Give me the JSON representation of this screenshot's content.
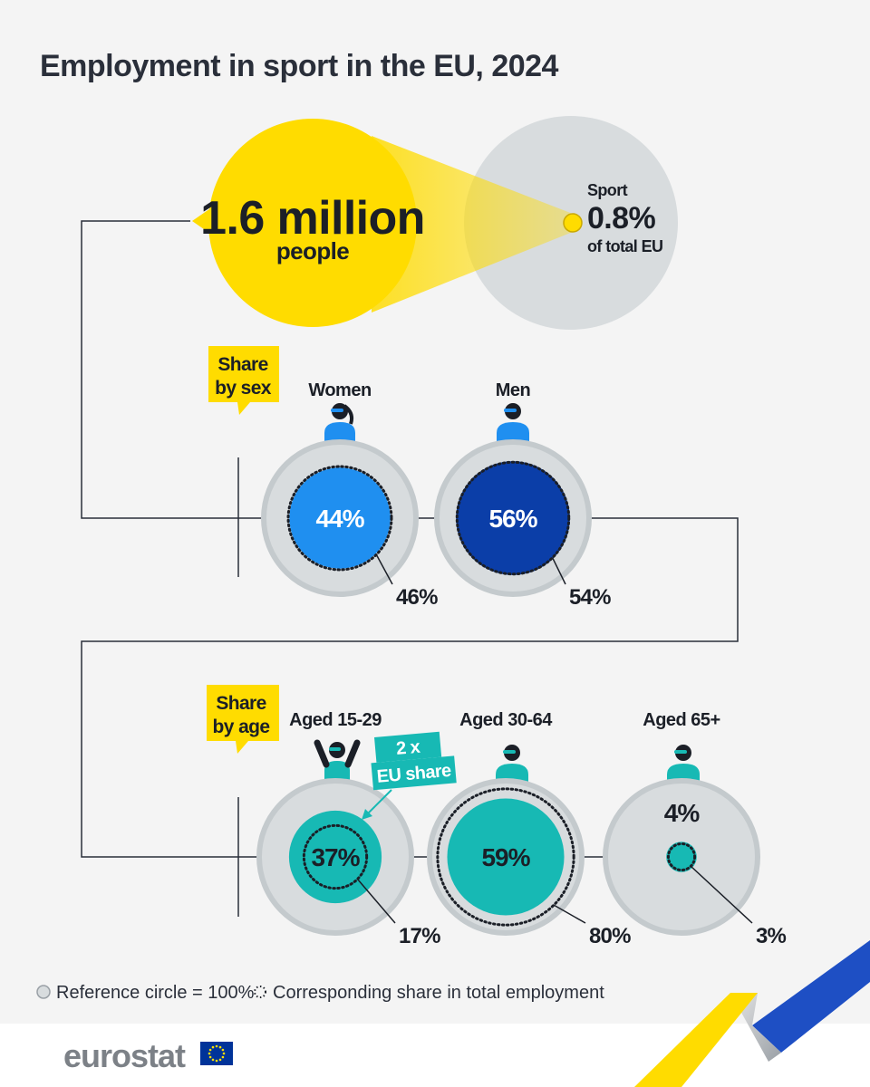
{
  "title": "Employment in sport in the EU, 2024",
  "headline": {
    "value": "1.6 million",
    "unit": "people",
    "sport_label": "Sport",
    "sport_share": "0.8%",
    "sport_share_note": "of total EU"
  },
  "sex_section": {
    "label_line1": "Share",
    "label_line2": "by sex"
  },
  "age_section": {
    "label_line1": "Share",
    "label_line2": "by age"
  },
  "callout": {
    "line1": "2 x",
    "line2": "EU share"
  },
  "legend": {
    "reference": "Reference circle = 100%",
    "corresponding": "Corresponding share in total employment"
  },
  "brand": {
    "name": "eurostat"
  },
  "colors": {
    "yellow": "#ffdc00",
    "women": "#1f8ff0",
    "men": "#0b3ea8",
    "teal": "#17b9b4",
    "reference": "#d8dcde",
    "reference_ring": "#c4cacd",
    "text": "#2a2f3a"
  },
  "chart_data": [
    {
      "type": "bubble",
      "title": "Share by sex",
      "categories": [
        "Women",
        "Men"
      ],
      "sport_share_pct": [
        44,
        56
      ],
      "total_employment_share_pct": [
        46,
        54
      ],
      "labels_sport": [
        "44%",
        "56%"
      ],
      "labels_total": [
        "46%",
        "54%"
      ]
    },
    {
      "type": "bubble",
      "title": "Share by age",
      "categories": [
        "Aged 15-29",
        "Aged 30-64",
        "Aged 65+"
      ],
      "sport_share_pct": [
        37,
        59,
        4
      ],
      "total_employment_share_pct": [
        17,
        80,
        3
      ],
      "labels_sport": [
        "37%",
        "59%",
        "4%"
      ],
      "labels_total": [
        "17%",
        "80%",
        "3%"
      ]
    }
  ]
}
